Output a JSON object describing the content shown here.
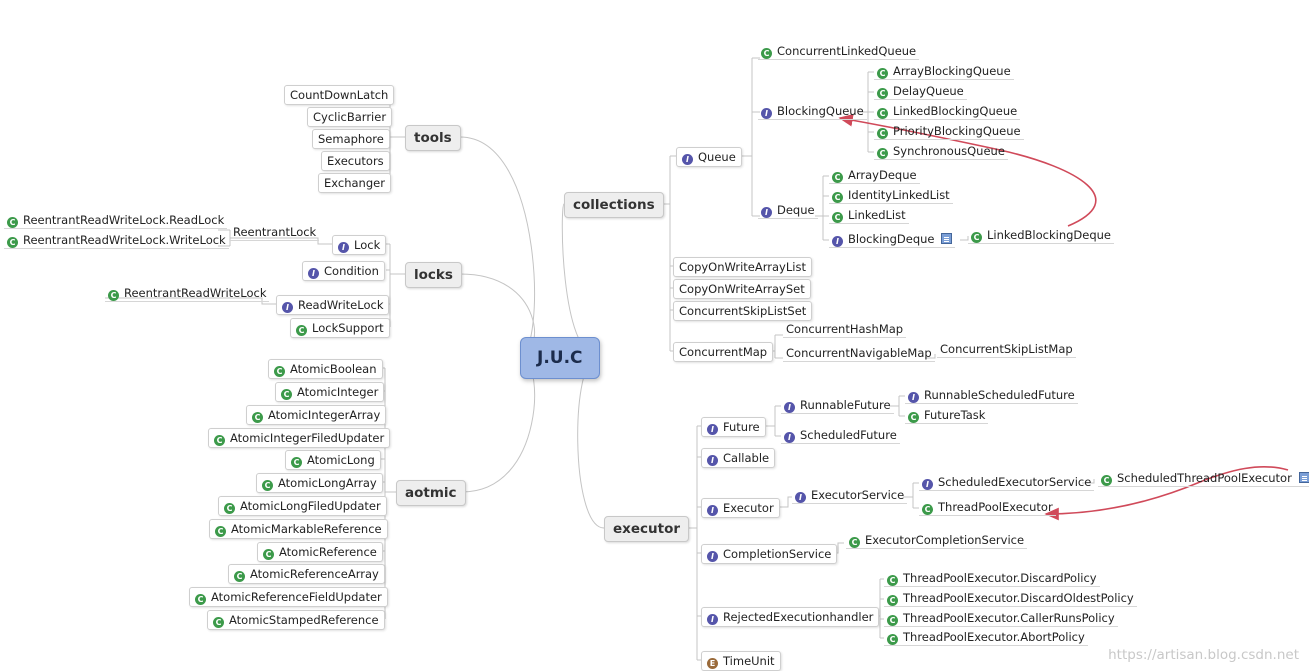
{
  "colors": {
    "class_icon": "#3c9a4a",
    "interface_icon": "#5555aa",
    "enum_icon": "#9a6a3a",
    "root_fill": "#9fb8e6",
    "wire": "#c4c4c4",
    "annotation_arrow": "#d04a5a"
  },
  "root": "J.U.C",
  "categories": {
    "tools": "tools",
    "locks": "locks",
    "atomic": "aotmic",
    "collections": "collections",
    "executor": "executor"
  },
  "tools": {
    "items": [
      "CountDownLatch",
      "CyclicBarrier",
      "Semaphore",
      "Executors",
      "Exchanger"
    ]
  },
  "locks": {
    "lock": "Lock",
    "reentrant_lock": "ReentrantLock",
    "read_lock": "ReentrantReadWriteLock.ReadLock",
    "write_lock": "ReentrantReadWriteLock.WriteLock",
    "condition": "Condition",
    "read_write_lock": "ReadWriteLock",
    "reentrant_read_write_lock": "ReentrantReadWriteLock",
    "lock_support": "LockSupport"
  },
  "atomic": {
    "items": [
      "AtomicBoolean",
      "AtomicInteger",
      "AtomicIntegerArray",
      "AtomicIntegerFiledUpdater",
      "AtomicLong",
      "AtomicLongArray",
      "AtomicLongFiledUpdater",
      "AtomicMarkableReference",
      "AtomicReference",
      "AtomicReferenceArray",
      "AtomicReferenceFieldUpdater",
      "AtomicStampedReference"
    ]
  },
  "collections": {
    "queue": "Queue",
    "concurrent_linked_queue": "ConcurrentLinkedQueue",
    "blocking_queue": "BlockingQueue",
    "blocking_queue_items": [
      "ArrayBlockingQueue",
      "DelayQueue",
      "LinkedBlockingQueue",
      "PriorityBlockingQueue",
      "SynchronousQueue"
    ],
    "deque": "Deque",
    "deque_items": [
      "ArrayDeque",
      "IdentityLinkedList",
      "LinkedList"
    ],
    "blocking_deque": "BlockingDeque",
    "linked_blocking_deque": "LinkedBlockingDeque",
    "copy_on_write_array_list": "CopyOnWriteArrayList",
    "copy_on_write_array_set": "CopyOnWriteArraySet",
    "concurrent_skip_list_set": "ConcurrentSkipListSet",
    "concurrent_map": "ConcurrentMap",
    "concurrent_hash_map": "ConcurrentHashMap",
    "concurrent_navigable_map": "ConcurrentNavigableMap",
    "concurrent_skip_list_map": "ConcurrentSkipListMap"
  },
  "executor": {
    "future": "Future",
    "runnable_future": "RunnableFuture",
    "runnable_scheduled_future": "RunnableScheduledFuture",
    "future_task": "FutureTask",
    "scheduled_future": "ScheduledFuture",
    "callable": "Callable",
    "executor": "Executor",
    "executor_service": "ExecutorService",
    "scheduled_executor_service": "ScheduledExecutorService",
    "scheduled_thread_pool_executor": "ScheduledThreadPoolExecutor",
    "thread_pool_executor": "ThreadPoolExecutor",
    "completion_service": "CompletionService",
    "executor_completion_service": "ExecutorCompletionService",
    "rejected_execution_handler": "RejectedExecutionhandler",
    "policies": [
      "ThreadPoolExecutor.DiscardPolicy",
      "ThreadPoolExecutor.DiscardOldestPolicy",
      "ThreadPoolExecutor.CallerRunsPolicy",
      "ThreadPoolExecutor.AbortPolicy"
    ],
    "time_unit": "TimeUnit"
  },
  "watermark": "https://artisan.blog.csdn.net"
}
